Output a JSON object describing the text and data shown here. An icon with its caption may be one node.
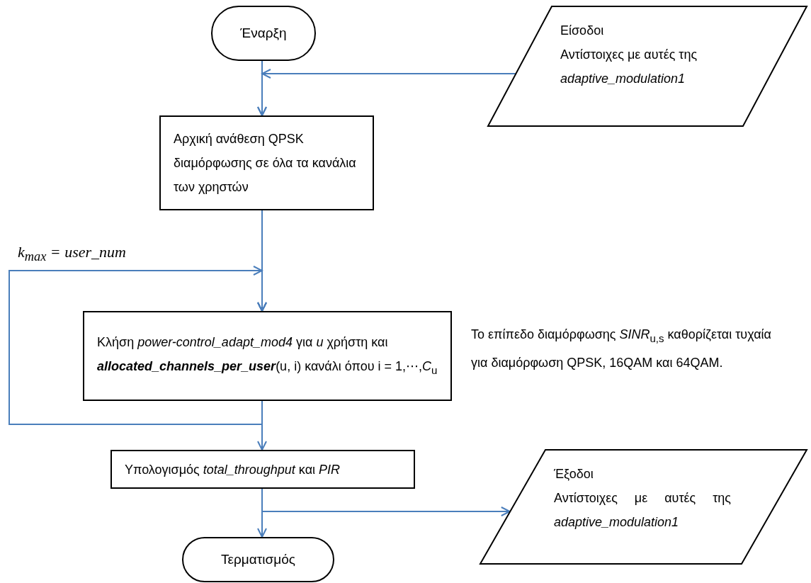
{
  "diagram": {
    "nodes": [
      {
        "text": [
          "Έναρξη"
        ]
      },
      {
        "text": [
          "Είσοδοι",
          "Αντίστοιχες με αυτές της *adaptive_modulation1*"
        ]
      },
      {
        "text": [
          "Αρχική ανάθεση QPSK διαμόρφωσης σε όλα τα κανάλια των χρηστών"
        ]
      },
      {
        "text": [
          "k$_{max}$ = user_num"
        ]
      },
      {
        "text": [
          "Κλήση *power-control_adapt_mod4* για *u* χρήστη και **allocated_channels_per_user**(u, i) κανάλι όπου i = 1,⋯,*C*$_{u}$"
        ]
      },
      {
        "text": [
          "Υπολογισμός *total_throughput* και *PIR*"
        ]
      },
      {
        "text": [
          "Έξοδοι",
          "Αντίστοιχες με αυτές της *adaptive_modulation1*"
        ]
      },
      {
        "text": [
          "Τερματισμός"
        ]
      }
    ],
    "edges": [
      {
        "from": 0,
        "to": 2,
        "arrow": "to"
      },
      {
        "from": 1,
        "to": 2,
        "arrow": "to"
      },
      {
        "from": 2,
        "to": 4,
        "arrow": "to"
      },
      {
        "from": 3,
        "to": 4,
        "arrow": "to"
      },
      {
        "from": 4,
        "to": 4,
        "arrow": "to"
      },
      {
        "from": 4,
        "to": 5,
        "arrow": "to"
      },
      {
        "from": 5,
        "to": 7,
        "arrow": "to"
      },
      {
        "from": 5,
        "to": 6,
        "arrow": "to"
      }
    ],
    "labels": [
      "Το επίπεδο διαμόρφωσης *SINR*$_{u,s}$ καθορίζεται τυχαία για διαμόρφωση QPSK, 16QAM και 64QAM."
    ]
  }
}
